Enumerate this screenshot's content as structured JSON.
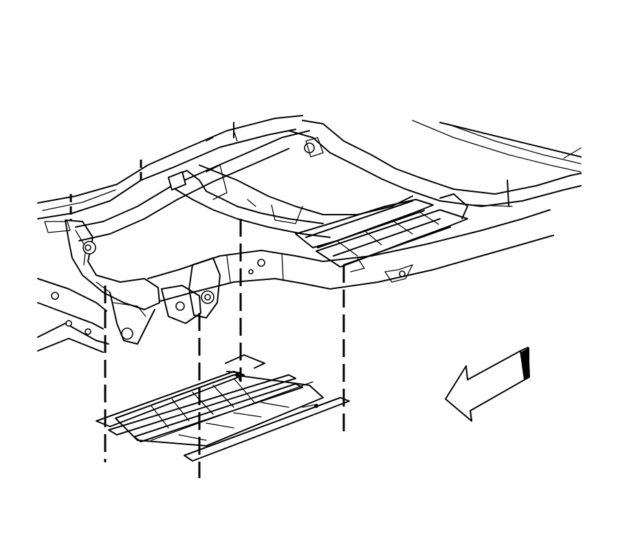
{
  "diagram": {
    "label_text": [],
    "colors": {
      "line": "#000000",
      "background": "#ffffff"
    },
    "components": {
      "frame": "vehicle-frame-underside",
      "shield": "skid-plate-shield",
      "arrow": "front-direction-arrow",
      "guides": [
        "alignment-guide-1",
        "alignment-guide-2",
        "alignment-guide-3",
        "alignment-guide-4"
      ]
    }
  }
}
